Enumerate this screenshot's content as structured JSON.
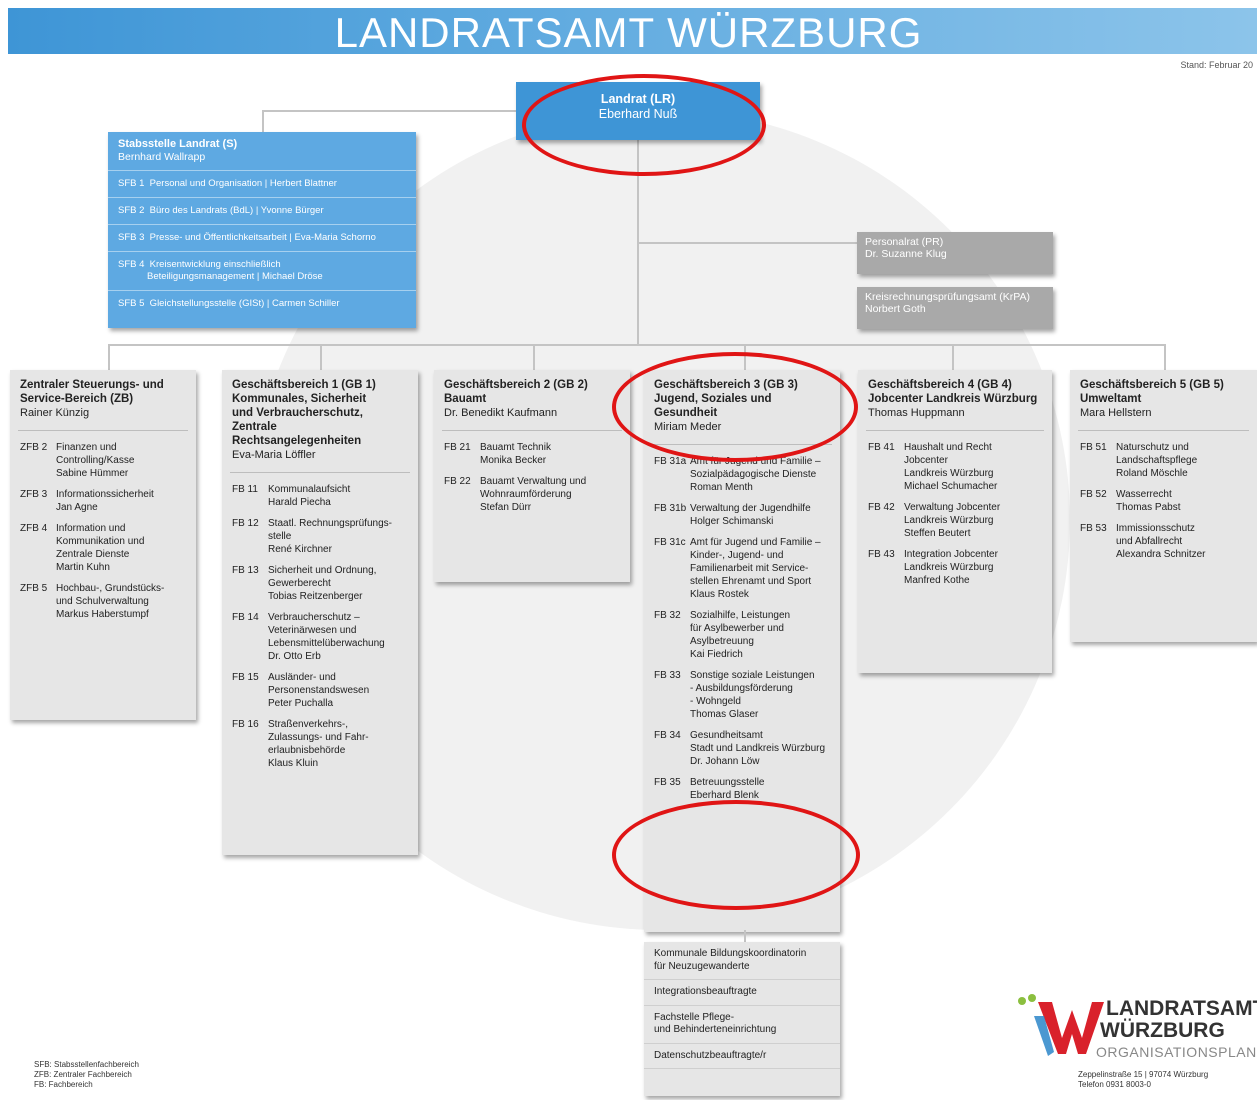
{
  "header": {
    "title": "LANDRATSAMT WÜRZBURG",
    "stand": "Stand: Februar 20"
  },
  "landrat": {
    "title": "Landrat (LR)",
    "name": "Eberhard Nuß"
  },
  "stabsstelle": {
    "title": "Stabsstelle Landrat (S)",
    "name": "Bernhard Wallrapp",
    "items": [
      "SFB 1  Personal und Organisation | Herbert Blattner",
      "SFB 2  Büro des Landrats (BdL) | Yvonne Bürger",
      "SFB 3  Presse- und Öffentlichkeitsarbeit | Eva-Maria Schorno",
      "SFB 4  Kreisentwicklung einschließlich\n           Beteiligungsmanagement | Michael Dröse",
      "SFB 5  Gleichstellungsstelle (GISt) | Carmen Schiller"
    ]
  },
  "personalrat": {
    "title": "Personalrat (PR)",
    "name": "Dr. Suzanne Klug"
  },
  "krpa": {
    "title": "Kreisrechnungsprüfungsamt (KrPA)",
    "name": "Norbert Goth"
  },
  "columns": [
    {
      "title": "Zentraler Steuerungs- und\nService-Bereich (ZB)",
      "head": "Rainer Künzig",
      "items": [
        {
          "code": "ZFB 2",
          "text": "Finanzen und\nControlling/Kasse\nSabine Hümmer"
        },
        {
          "code": "ZFB 3",
          "text": "Informationssicherheit\nJan Agne"
        },
        {
          "code": "ZFB 4",
          "text": "Information und\nKommunikation und\nZentrale Dienste\nMartin Kuhn"
        },
        {
          "code": "ZFB 5",
          "text": "Hochbau-, Grundstücks-\nund Schulverwaltung\nMarkus Haberstumpf"
        }
      ]
    },
    {
      "title": "Geschäftsbereich 1 (GB 1)\nKommunales, Sicherheit\nund Verbraucherschutz,\nZentrale Rechtsangelegenheiten",
      "head": "Eva-Maria Löffler",
      "items": [
        {
          "code": "FB 11",
          "text": "Kommunalaufsicht\nHarald Piecha"
        },
        {
          "code": "FB 12",
          "text": "Staatl. Rechnungsprüfungs-\nstelle\nRené Kirchner"
        },
        {
          "code": "FB 13",
          "text": "Sicherheit und Ordnung,\nGewerberecht\nTobias Reitzenberger"
        },
        {
          "code": "FB 14",
          "text": "Verbraucherschutz –\nVeterinärwesen und\nLebensmittelüberwachung\nDr. Otto Erb"
        },
        {
          "code": "FB 15",
          "text": "Ausländer- und\nPersonenstandswesen\nPeter Puchalla"
        },
        {
          "code": "FB 16",
          "text": "Straßenverkehrs-,\nZulassungs- und Fahr-\nerlaubnisbehörde\nKlaus Kluin"
        }
      ]
    },
    {
      "title": "Geschäftsbereich 2 (GB 2)\nBauamt",
      "head": "Dr. Benedikt Kaufmann",
      "items": [
        {
          "code": "FB 21",
          "text": "Bauamt Technik\nMonika Becker"
        },
        {
          "code": "FB 22",
          "text": "Bauamt Verwaltung und\nWohnraumförderung\nStefan Dürr"
        }
      ]
    },
    {
      "title": "Geschäftsbereich 3 (GB 3)\nJugend, Soziales und Gesundheit",
      "head": "Miriam Meder",
      "items": [
        {
          "code": "FB 31a",
          "text": "Amt für Jugend und Familie –\nSozialpädagogische Dienste\nRoman Menth"
        },
        {
          "code": "FB 31b",
          "text": "Verwaltung der Jugendhilfe\nHolger Schimanski"
        },
        {
          "code": "FB 31c",
          "text": "Amt für Jugend und Familie –\nKinder-, Jugend- und\nFamilienarbeit mit Service-\nstellen Ehrenamt und Sport\nKlaus Rostek"
        },
        {
          "code": "FB 32",
          "text": "Sozialhilfe, Leistungen\nfür Asylbewerber und\nAsylbetreuung\nKai Fiedrich"
        },
        {
          "code": "FB 33",
          "text": "Sonstige soziale Leistungen\n- Ausbildungsförderung\n- Wohngeld\nThomas Glaser"
        },
        {
          "code": "FB 34",
          "text": "Gesundheitsamt\nStadt und Landkreis Würzburg\nDr. Johann Löw"
        },
        {
          "code": "FB 35",
          "text": "Betreuungsstelle\nEberhard Blenk"
        }
      ]
    },
    {
      "title": "Geschäftsbereich 4 (GB 4)\nJobcenter Landkreis Würzburg",
      "head": "Thomas Huppmann",
      "items": [
        {
          "code": "FB 41",
          "text": "Haushalt und Recht\nJobcenter\nLandkreis Würzburg\nMichael Schumacher"
        },
        {
          "code": "FB 42",
          "text": "Verwaltung Jobcenter\nLandkreis Würzburg\nSteffen Beutert"
        },
        {
          "code": "FB 43",
          "text": "Integration Jobcenter\nLandkreis Würzburg\nManfred Kothe"
        }
      ]
    },
    {
      "title": "Geschäftsbereich 5 (GB 5)\nUmweltamt",
      "head": "Mara Hellstern",
      "items": [
        {
          "code": "FB 51",
          "text": "Naturschutz und\nLandschaftspflege\nRoland Möschle"
        },
        {
          "code": "FB 52",
          "text": "Wasserrecht\nThomas Pabst"
        },
        {
          "code": "FB 53",
          "text": "Immissionsschutz\nund Abfallrecht\nAlexandra Schnitzer"
        }
      ]
    }
  ],
  "gb3_extras": [
    "Kommunale Bildungskoordinatorin\nfür Neuzugewanderte",
    "Integrationsbeauftragte",
    "Fachstelle Pflege-\nund Behinderteneinrichtung",
    "Datenschutzbeauftragte/r"
  ],
  "footnote": "SFB:  Stabsstellenfachbereich\nZFB:  Zentraler Fachbereich\nFB:   Fachbereich",
  "logo": {
    "line1": "LANDRATSAMT",
    "line2": "WÜRZBURG",
    "line3": "ORGANISATIONSPLAN"
  },
  "address": "Zeppelinstraße 15 | 97074 Würzburg\nTelefon 0931 8003-0",
  "colors": {
    "blue": "#3e95d6",
    "stab_blue": "#5ea9e2",
    "gray_box": "#a9a9a9",
    "gb_box": "#e6e6e6",
    "highlight_red": "#e01515",
    "logo_red": "#d9212b",
    "logo_blue": "#2b86c9",
    "logo_green": "#8bbf3f"
  }
}
